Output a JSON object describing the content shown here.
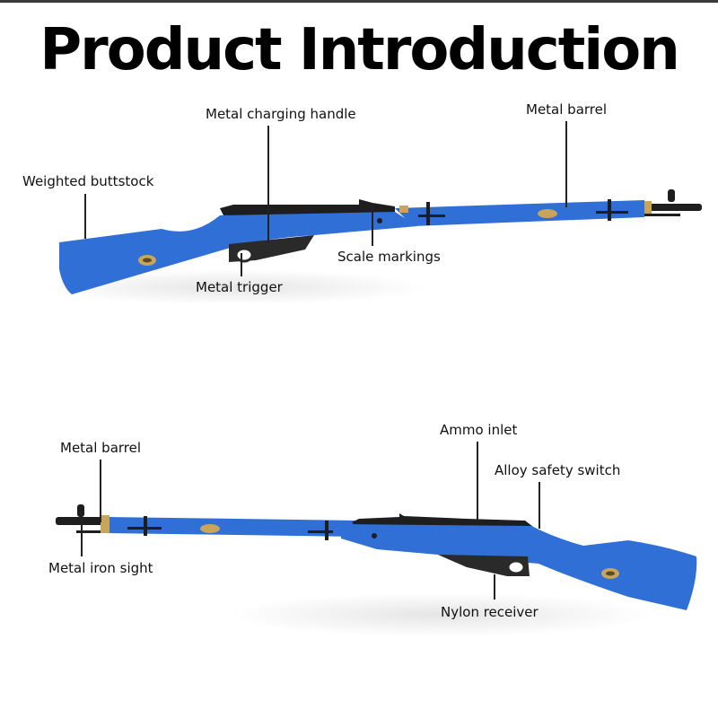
{
  "header": {
    "title": "Product Introduction"
  },
  "colors": {
    "body_blue": "#2f6fd6",
    "metal_black": "#1e1e1e",
    "brass": "#c9a55a",
    "text": "#111111"
  },
  "top_view": {
    "labels": {
      "charging_handle": "Metal charging handle",
      "barrel": "Metal barrel",
      "buttstock": "Weighted buttstock",
      "scale_markings": "Scale markings",
      "trigger": "Metal trigger"
    }
  },
  "bottom_view": {
    "labels": {
      "ammo_inlet": "Ammo inlet",
      "barrel": "Metal barrel",
      "safety_switch": "Alloy safety switch",
      "iron_sight": "Metal iron sight",
      "receiver": "Nylon receiver"
    }
  }
}
